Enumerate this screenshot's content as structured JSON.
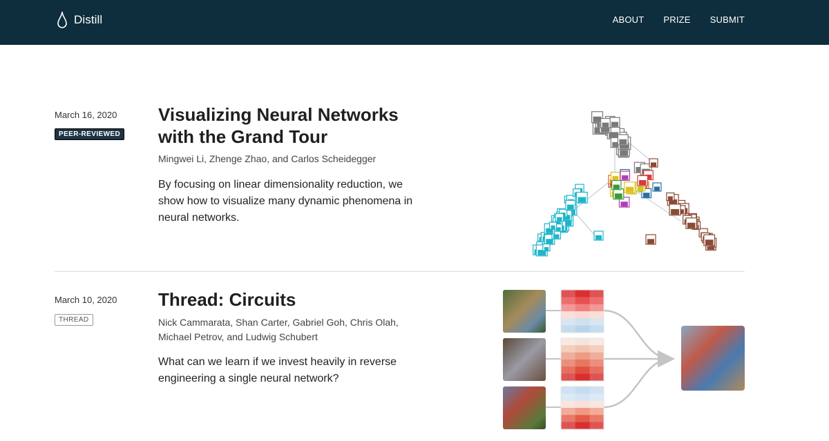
{
  "header": {
    "brand": "Distill",
    "nav": [
      "ABOUT",
      "PRIZE",
      "SUBMIT"
    ]
  },
  "articles": [
    {
      "date": "March 16, 2020",
      "badge": "PEER-REVIEWED",
      "title": "Visualizing Neural Networks with the Grand Tour",
      "authors": "Mingwei Li, Zhenge Zhao, and Carlos Scheidegger",
      "description": "By focusing on linear dimensionality reduction, we show how to visualize many dynamic phenomena in neural networks."
    },
    {
      "date": "March 10, 2020",
      "badge": "THREAD",
      "title": "Thread: Circuits",
      "authors": "Nick Cammarata, Shan Carter, Gabriel Goh, Chris Olah, Michael Petrov, and Ludwig Schubert",
      "description": "What can we learn if we invest heavily in reverse engineering a single neural network?"
    }
  ],
  "colors": {
    "header_bg": "#0f2e3d",
    "cluster_gray": "#7a7a7a",
    "cluster_cyan": "#1fb5c9",
    "cluster_brown": "#8a4a35",
    "cluster_mixed": "#d63a3a",
    "arrow": "#c4c4c4"
  }
}
